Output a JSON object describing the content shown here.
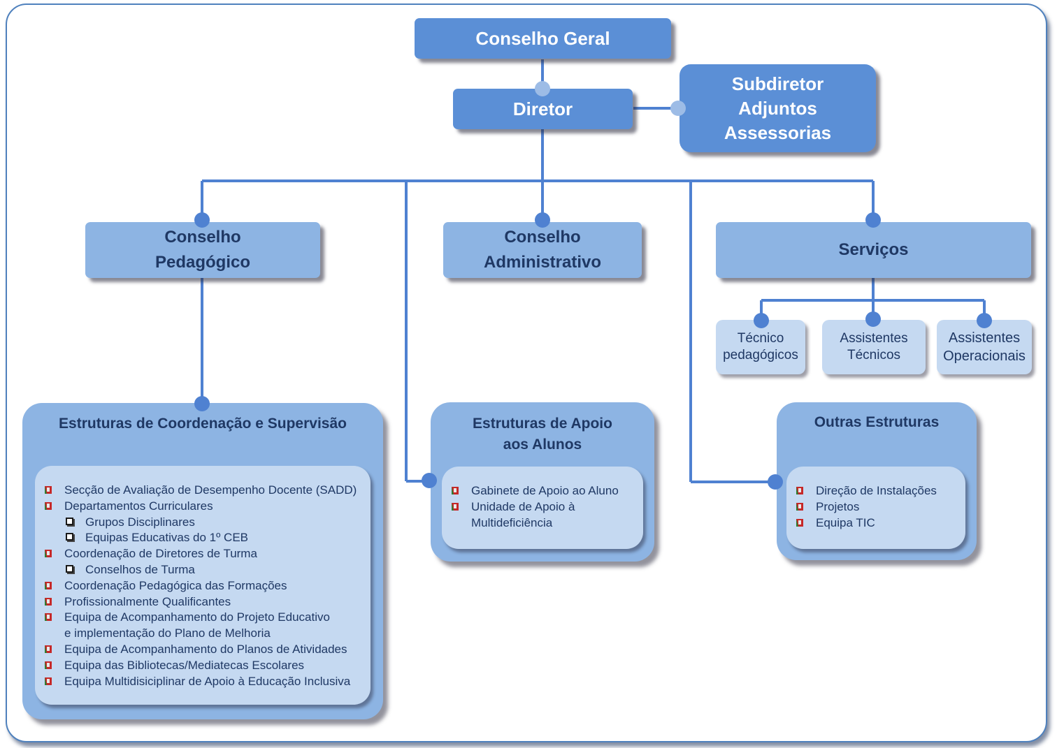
{
  "top": {
    "conselho_geral": "Conselho Geral",
    "diretor": "Diretor",
    "subdiretor_lines": [
      "Subdiretor",
      "Adjuntos",
      "Assessorias"
    ]
  },
  "level2": {
    "pedagogico_lines": [
      "Conselho",
      "Pedagógico"
    ],
    "administrativo_lines": [
      "Conselho",
      "Administrativo"
    ],
    "servicos": "Serviços"
  },
  "servicos_sub": [
    {
      "lines": [
        "Técnico",
        "pedagógicos"
      ]
    },
    {
      "lines": [
        "Assistentes",
        "Técnicos"
      ]
    },
    {
      "lines": [
        "Assistentes",
        "Operacionais"
      ]
    }
  ],
  "coordenacao": {
    "title": "Estruturas de Coordenação e Supervisão",
    "items": [
      {
        "kind": "bullet",
        "text": "Secção de Avaliação de Desempenho Docente (SADD)"
      },
      {
        "kind": "bullet",
        "text": "Departamentos Curriculares"
      },
      {
        "kind": "sub",
        "text": "Grupos Disciplinares"
      },
      {
        "kind": "sub",
        "text": "Equipas Educativas do 1º CEB"
      },
      {
        "kind": "bullet",
        "text": "Coordenação de Diretores de Turma"
      },
      {
        "kind": "sub",
        "text": "Conselhos de Turma"
      },
      {
        "kind": "bullet",
        "text": "Coordenação Pedagógica das Formações"
      },
      {
        "kind": "bullet",
        "text": "Profissionalmente Qualificantes"
      },
      {
        "kind": "bullet",
        "text": "Equipa de Acompanhamento do Projeto Educativo"
      },
      {
        "kind": "cont",
        "text": "e implementação do Plano de Melhoria"
      },
      {
        "kind": "bullet",
        "text": "Equipa de Acompanhamento do Planos de Atividades"
      },
      {
        "kind": "bullet",
        "text": "Equipa das Bibliotecas/Mediatecas Escolares"
      },
      {
        "kind": "bullet",
        "text": "Equipa Multidisiciplinar de Apoio à Educação Inclusiva"
      }
    ]
  },
  "apoio": {
    "title_lines": [
      "Estruturas de Apoio",
      "aos Alunos"
    ],
    "items": [
      {
        "kind": "bullet",
        "text": "Gabinete de Apoio ao Aluno"
      },
      {
        "kind": "bullet",
        "text": "Unidade de Apoio à"
      },
      {
        "kind": "cont",
        "text": "Multideficiência"
      }
    ]
  },
  "outras": {
    "title": "Outras Estruturas",
    "items": [
      {
        "kind": "bullet",
        "text": "Direção de Instalações"
      },
      {
        "kind": "bullet",
        "text": "Projetos"
      },
      {
        "kind": "bullet",
        "text": "Equipa TIC"
      }
    ]
  },
  "colors": {
    "frame": "#4f81bd",
    "dark_box": "#5b8fd6",
    "mid_box": "#8db4e3",
    "light_box": "#c5d9f1",
    "line": "#4f81d1",
    "text": "#1f3864"
  }
}
